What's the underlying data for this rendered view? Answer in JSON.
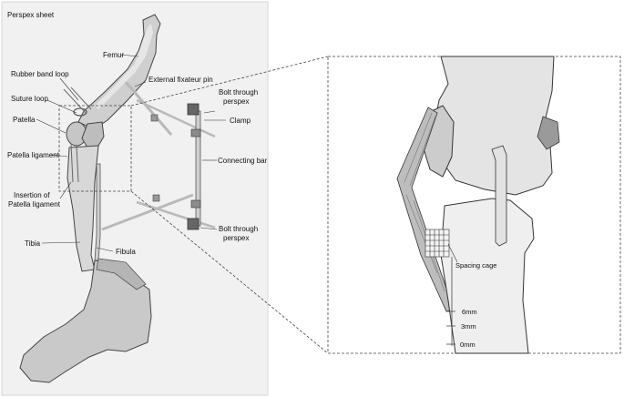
{
  "left_panel": {
    "title": "Perspex sheet",
    "labels": {
      "femur": "Femur",
      "rubber_band_loop": "Rubber band loop",
      "external_fixateur_pin": "External fixateur pin",
      "bolt_through_perspex_top_1": "Bolt through",
      "bolt_through_perspex_top_2": "perspex",
      "suture_loop": "Suture loop",
      "clamp": "Clamp",
      "patella": "Patella",
      "patella_ligament": "Patella ligament",
      "connecting_bar": "Connecting bar",
      "insertion_1": "Insertion of",
      "insertion_2": "Patella ligament",
      "bolt_through_perspex_bottom_1": "Bolt through",
      "bolt_through_perspex_bottom_2": "perspex",
      "tibia": "Tibia",
      "fibula": "Fibula"
    }
  },
  "right_panel": {
    "labels": {
      "spacing_cage": "Spacing cage",
      "six_mm": "6mm",
      "three_mm": "3mm",
      "zero_mm": "0mm"
    }
  },
  "colors": {
    "bone_fill": "#d4d4d4",
    "bone_dark": "#8f8f8f",
    "sheet_fill": "#f0f0f0",
    "outline": "#333333"
  }
}
